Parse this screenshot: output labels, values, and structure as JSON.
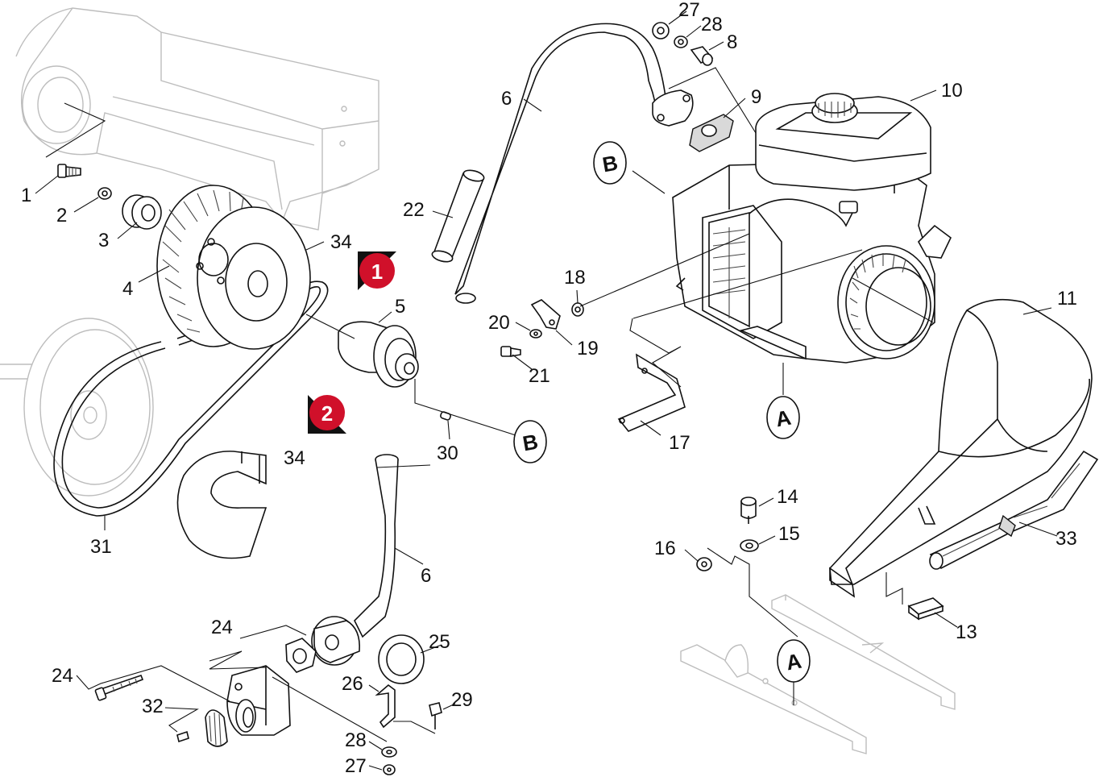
{
  "colors": {
    "line": "#111111",
    "ghost": "#bdbdbd",
    "step_badge": "#d0102a",
    "badge_shadow": "#111111"
  },
  "callouts": [
    "1",
    "2",
    "3",
    "4",
    "5",
    "6",
    "6",
    "8",
    "9",
    "10",
    "11",
    "13",
    "14",
    "15",
    "16",
    "17",
    "18",
    "19",
    "20",
    "21",
    "22",
    "24",
    "24",
    "25",
    "26",
    "27",
    "27",
    "28",
    "28",
    "29",
    "30",
    "31",
    "32",
    "33",
    "34",
    "34"
  ],
  "ref_markers": [
    "A",
    "A",
    "B",
    "B"
  ],
  "steps": [
    "1",
    "2"
  ]
}
